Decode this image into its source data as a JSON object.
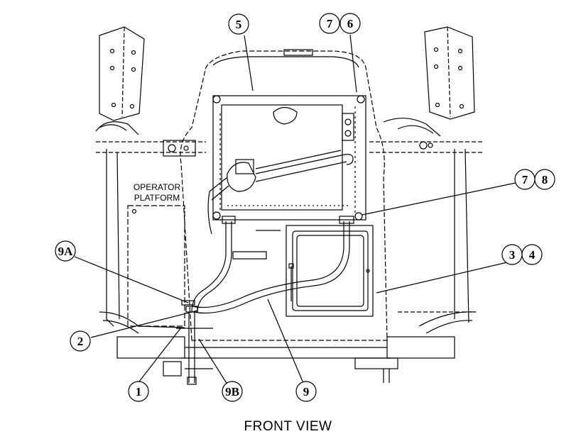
{
  "labels": {
    "platform_line1": "OPERATOR",
    "platform_line2": "PLATFORM",
    "caption": "FRONT VIEW"
  },
  "callouts": [
    {
      "id": "c5",
      "text": "5"
    },
    {
      "id": "c7a",
      "text": "7"
    },
    {
      "id": "c6",
      "text": "6"
    },
    {
      "id": "c7b",
      "text": "7"
    },
    {
      "id": "c8",
      "text": "8"
    },
    {
      "id": "c3",
      "text": "3"
    },
    {
      "id": "c4",
      "text": "4"
    },
    {
      "id": "c9A",
      "text": "9A"
    },
    {
      "id": "c2",
      "text": "2"
    },
    {
      "id": "c1",
      "text": "1"
    },
    {
      "id": "c9B",
      "text": "9B"
    },
    {
      "id": "c9",
      "text": "9"
    }
  ],
  "colors": {
    "ink": "#000000",
    "paper": "#ffffff"
  }
}
